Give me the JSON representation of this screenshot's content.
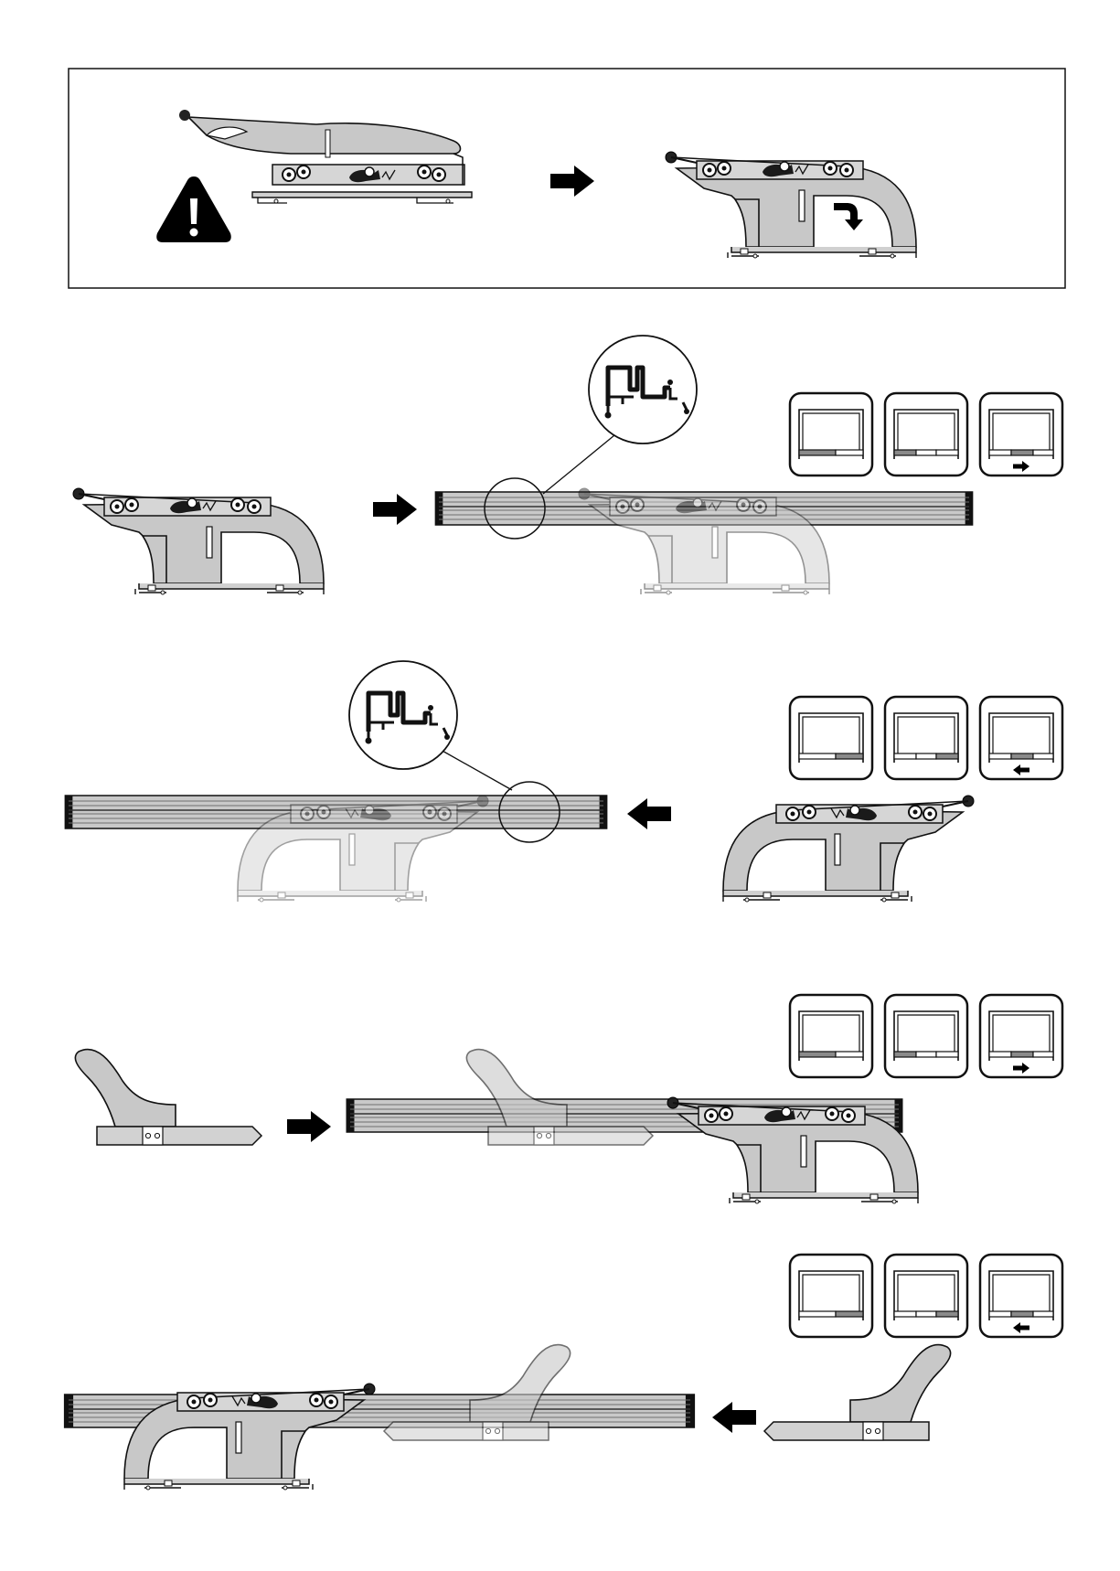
{
  "colors": {
    "body_fill": "#c8c8c8",
    "body_fill_ghost": "#e4e4e4",
    "rail_fill": "#c9c9c9",
    "rail_line": "#6e6e6e",
    "outline": "#111111",
    "mechanism": "#222222",
    "arrow": "#000000",
    "panel_highlight": "#8a8a8a",
    "warning_fill": "#000000"
  },
  "icons": {
    "warning": "warning-triangle-icon",
    "arrow_right": "arrow-right-icon",
    "arrow_left": "arrow-left-icon",
    "curved_arrow": "curved-arrow-down-icon",
    "detail_magnifier": "detail-circle-icon",
    "panel": "sliding-panel-icon"
  },
  "steps": [
    {
      "id": "caution",
      "has_warning": true,
      "boxed": true,
      "direction": "right"
    },
    {
      "id": "insert-left-carriage",
      "direction": "right",
      "panel_icons": [
        {
          "highlight": "left"
        },
        {
          "highlight": "left"
        },
        {
          "highlight": "center",
          "arrow": "right"
        }
      ]
    },
    {
      "id": "insert-right-carriage",
      "direction": "left",
      "panel_icons": [
        {
          "highlight": "right"
        },
        {
          "highlight": "right"
        },
        {
          "highlight": "center",
          "arrow": "left"
        }
      ]
    },
    {
      "id": "insert-left-guide",
      "direction": "right",
      "panel_icons": [
        {
          "highlight": "left"
        },
        {
          "highlight": "left"
        },
        {
          "highlight": "center",
          "arrow": "right"
        }
      ]
    },
    {
      "id": "insert-right-guide",
      "direction": "left",
      "panel_icons": [
        {
          "highlight": "right"
        },
        {
          "highlight": "right"
        },
        {
          "highlight": "center",
          "arrow": "left"
        }
      ]
    }
  ]
}
